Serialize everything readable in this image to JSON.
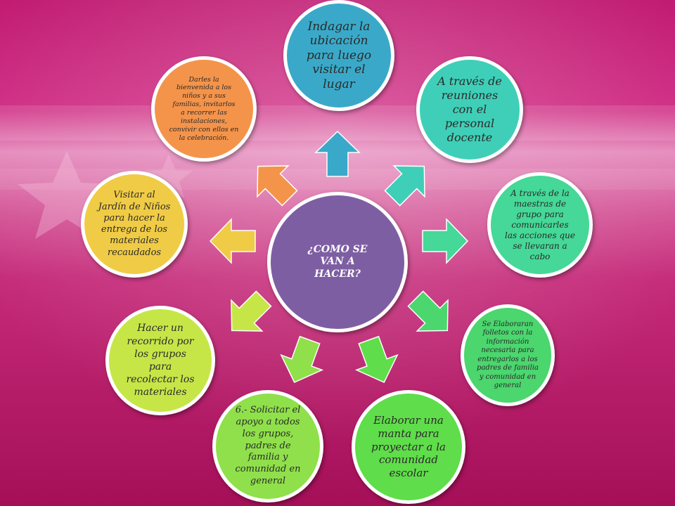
{
  "colors": {
    "background_top": "#c41a74",
    "background_band": "#e07ab6",
    "background_bottom": "#b3125f",
    "border": "#ffffff"
  },
  "center": {
    "text": "¿COMO SE\nVAN A\nHACER?",
    "color": "#7e5ea3"
  },
  "nodes": [
    {
      "text": "Indagar la\nubicación\npara luego\nvisitar el\nlugar",
      "color": "#3aa9c9"
    },
    {
      "text": "A través de\nreuniones\ncon el\npersonal\ndocente",
      "color": "#3fcfb8"
    },
    {
      "text": "A través de la\nmaestras de\ngrupo para\ncomunicarles\nlas acciones que\nse llevaran a\ncabo",
      "color": "#45d898"
    },
    {
      "text": "Se Elaboraran\nfolletos con la\ninformación\nnecesaria para\nentregarlos a los\npadres de familia\ny comunidad en\ngeneral",
      "color": "#4bd66e"
    },
    {
      "text": "Elaborar una\nmanta para\nproyectar a la\ncomunidad\nescolar",
      "color": "#5fdd4a"
    },
    {
      "text": "6.- Solicitar el\napoyo a todos\nlos grupos,\npadres de\nfamilia y\ncomunidad en\ngeneral",
      "color": "#8fe04a"
    },
    {
      "text": "Hacer un\nrecorrido por\nlos grupos\npara\nrecolectar los\nmateriales",
      "color": "#c6e648"
    },
    {
      "text": "Visitar al\nJardín de Niños\npara hacer la\nentrega de los\nmateriales\nrecaudados",
      "color": "#f0cb45"
    },
    {
      "text": "Darles la\nbienvenida a los\nniños y a sus\nfamilias, invitarlos\na recorrer las\ninstalaciones,\nconvivir con ellos en\nla celebración.",
      "color": "#f4944a"
    }
  ],
  "arrows": [
    {
      "color": "#3aa9c9"
    },
    {
      "color": "#3fcfb8"
    },
    {
      "color": "#45d898"
    },
    {
      "color": "#4bd66e"
    },
    {
      "color": "#5fdd4a"
    },
    {
      "color": "#8fe04a"
    },
    {
      "color": "#c6e648"
    },
    {
      "color": "#f0cb45"
    },
    {
      "color": "#f4944a"
    }
  ]
}
